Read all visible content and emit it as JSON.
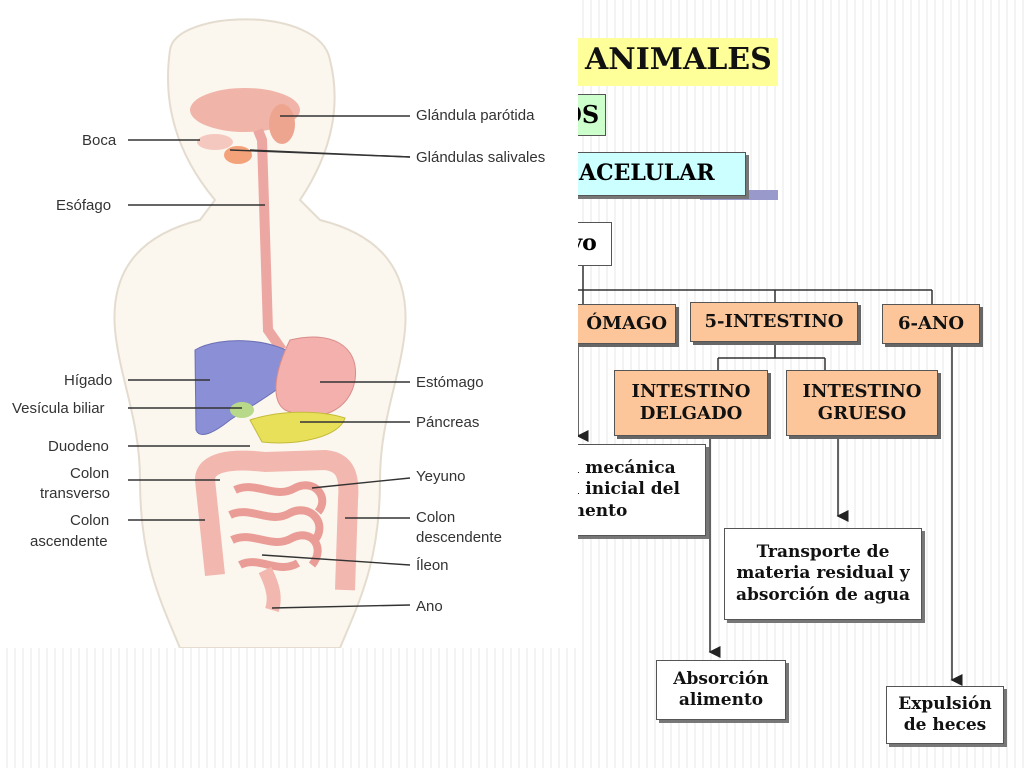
{
  "slide": {
    "title": "ANIMALES",
    "subtitle_fragment": "OS",
    "heading_fragment": "ACELULAR",
    "system_fragment": "ivo"
  },
  "organs": {
    "estomago": "ÓMAGO",
    "intestino": "5-INTESTINO",
    "ano": "6-ANO",
    "delgado": [
      "INTESTINO",
      "DELGADO"
    ],
    "grueso": [
      "INTESTINO",
      "GRUESO"
    ]
  },
  "functions": {
    "estomago": [
      "n mecánica",
      "n inicial del",
      "mento"
    ],
    "grueso": [
      "Transporte de",
      "materia residual y",
      "absorción de agua"
    ],
    "delgado": [
      "Absorción",
      "alimento"
    ],
    "ano": [
      "Expulsión",
      "de heces"
    ]
  },
  "anatomy_labels": {
    "boca": "Boca",
    "parotida": "Glándula parótida",
    "salivales": "Glándulas salivales",
    "esofago": "Esófago",
    "higado": "Hígado",
    "estomago": "Estómago",
    "vesicula": "Vesícula biliar",
    "pancreas": "Páncreas",
    "duodeno": "Duodeno",
    "yeyuno": "Yeyuno",
    "colon_transverso": [
      "Colon",
      "transverso"
    ],
    "colon_ascendente": [
      "Colon",
      "ascendente"
    ],
    "colon_descendente": [
      "Colon",
      "descendente"
    ],
    "ileon": "Íleon",
    "ano": "Ano"
  },
  "colors": {
    "title_highlight": "#ffff99",
    "subtitle_box": "#ccffcc",
    "heading_box": "#ccffff",
    "organ_box": "#fcc69a",
    "liver": "#8a8fd6",
    "stomach": "#f3b0ad",
    "pancreas": "#e9e05a"
  }
}
